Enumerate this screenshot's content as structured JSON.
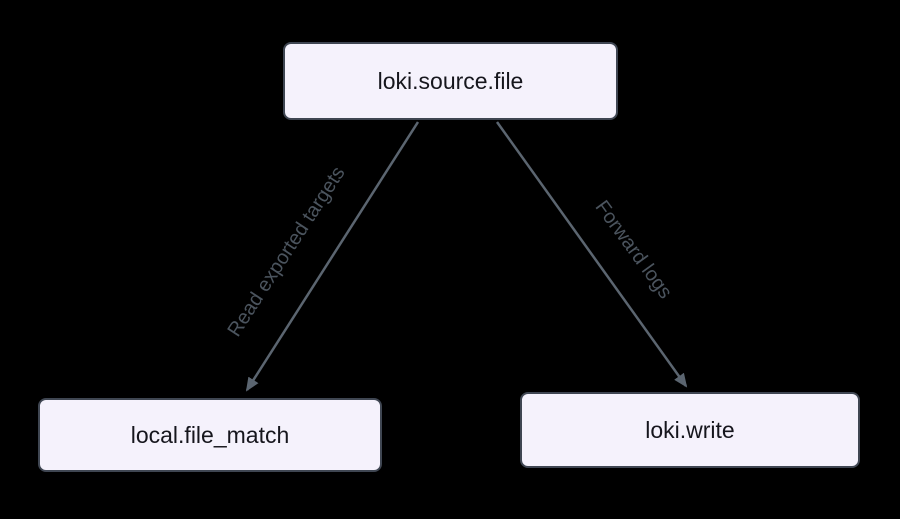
{
  "diagram": {
    "type": "flowchart",
    "colors": {
      "background": "#000000",
      "node-fill": "#f5f2fc",
      "node-border": "#3f4652",
      "node-text": "#16161d",
      "edge-color": "#5b6570",
      "edge-label": "#4b545e"
    },
    "nodes": [
      {
        "id": "loki.source.file",
        "label": "loki.source.file"
      },
      {
        "id": "local.file_match",
        "label": "local.file_match"
      },
      {
        "id": "loki.write",
        "label": "loki.write"
      }
    ],
    "edges": [
      {
        "from": "loki.source.file",
        "to": "local.file_match",
        "label": "Read exported targets"
      },
      {
        "from": "loki.source.file",
        "to": "loki.write",
        "label": "Forward logs"
      }
    ]
  }
}
